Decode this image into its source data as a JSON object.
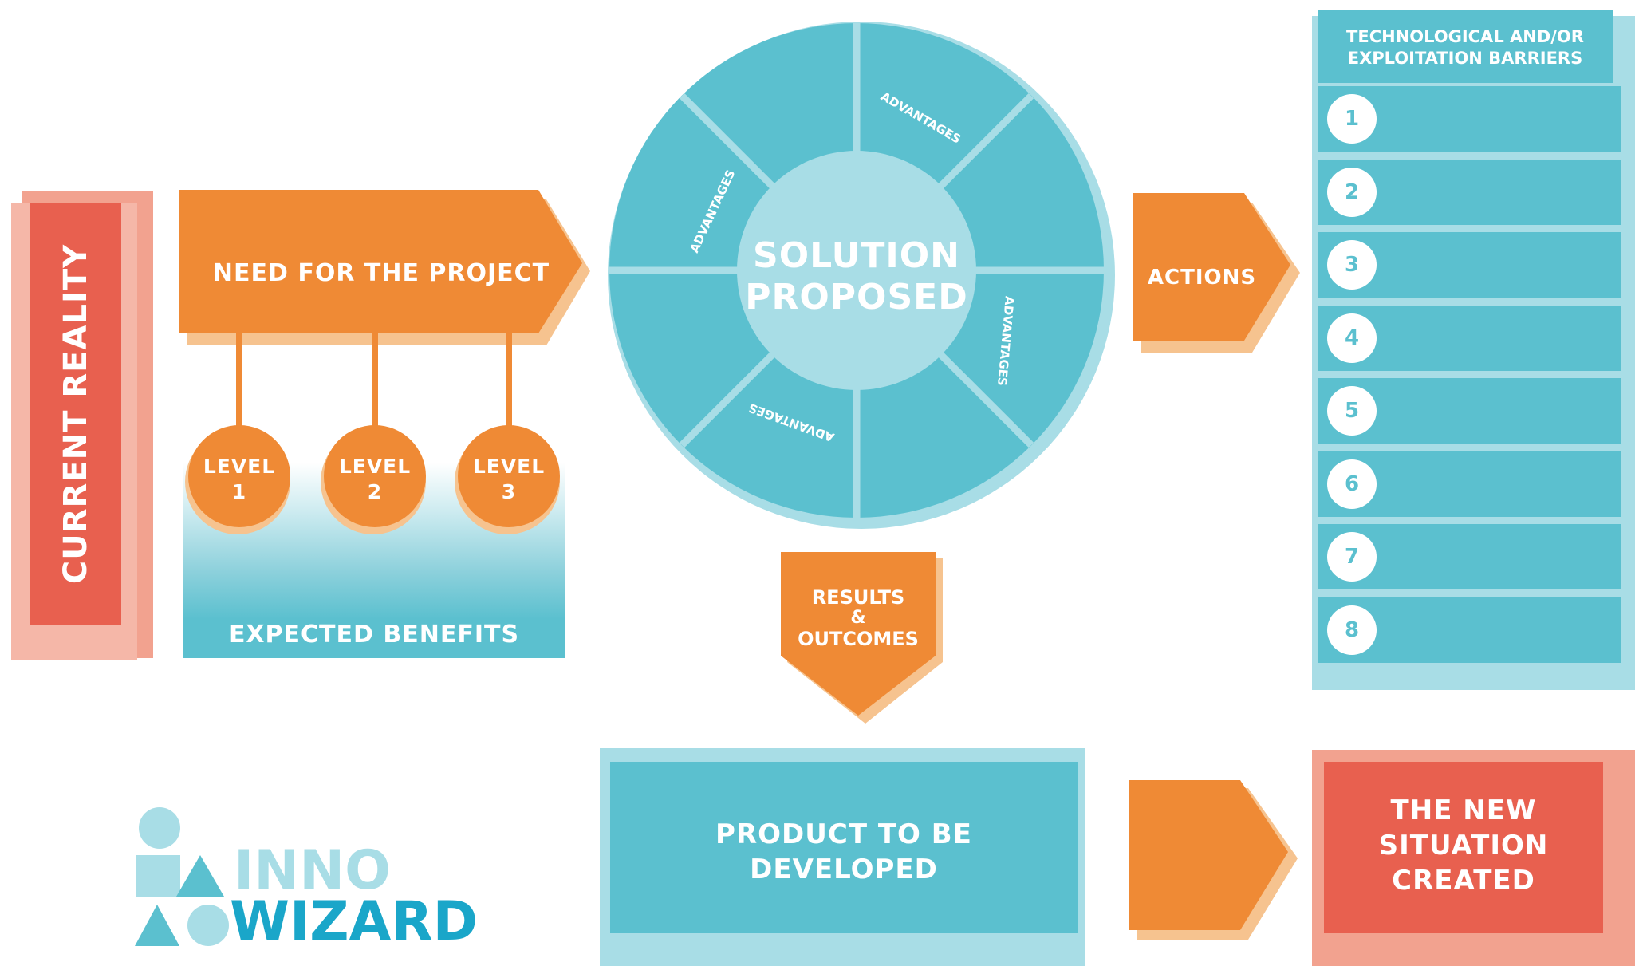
{
  "current_reality": "CURRENT REALITY",
  "need": {
    "title": "NEED FOR THE PROJECT",
    "levels": [
      {
        "word": "LEVEL",
        "num": "1"
      },
      {
        "word": "LEVEL",
        "num": "2"
      },
      {
        "word": "LEVEL",
        "num": "3"
      }
    ]
  },
  "expected_benefits": "EXPECTED BENEFITS",
  "solution": {
    "line1": "SOLUTION",
    "line2": "PROPOSED",
    "advantages": [
      "ADVANTAGES",
      "ADVANTAGES",
      "ADVANTAGES",
      "ADVANTAGES"
    ]
  },
  "actions": "ACTIONS",
  "barriers": {
    "title_line1": "TECHNOLOGICAL AND/OR",
    "title_line2": "EXPLOITATION BARRIERS",
    "items": [
      "1",
      "2",
      "3",
      "4",
      "5",
      "6",
      "7",
      "8"
    ]
  },
  "results": {
    "line1": "RESULTS",
    "line2": "&",
    "line3": "OUTCOMES"
  },
  "product": {
    "line1": "PRODUCT TO BE",
    "line2": "DEVELOPED"
  },
  "new_situation": {
    "line1": "THE NEW",
    "line2": "SITUATION",
    "line3": "CREATED"
  },
  "logo": {
    "word1": "INNO",
    "word2": "WIZARD"
  },
  "colors": {
    "orange": "#ef8a35",
    "orange_light": "#f6c38f",
    "teal": "#5bc0cf",
    "teal_light": "#a8dde6",
    "red": "#e8604f",
    "red_light": "#f2a28f",
    "logo_blue": "#1aa6c9"
  }
}
